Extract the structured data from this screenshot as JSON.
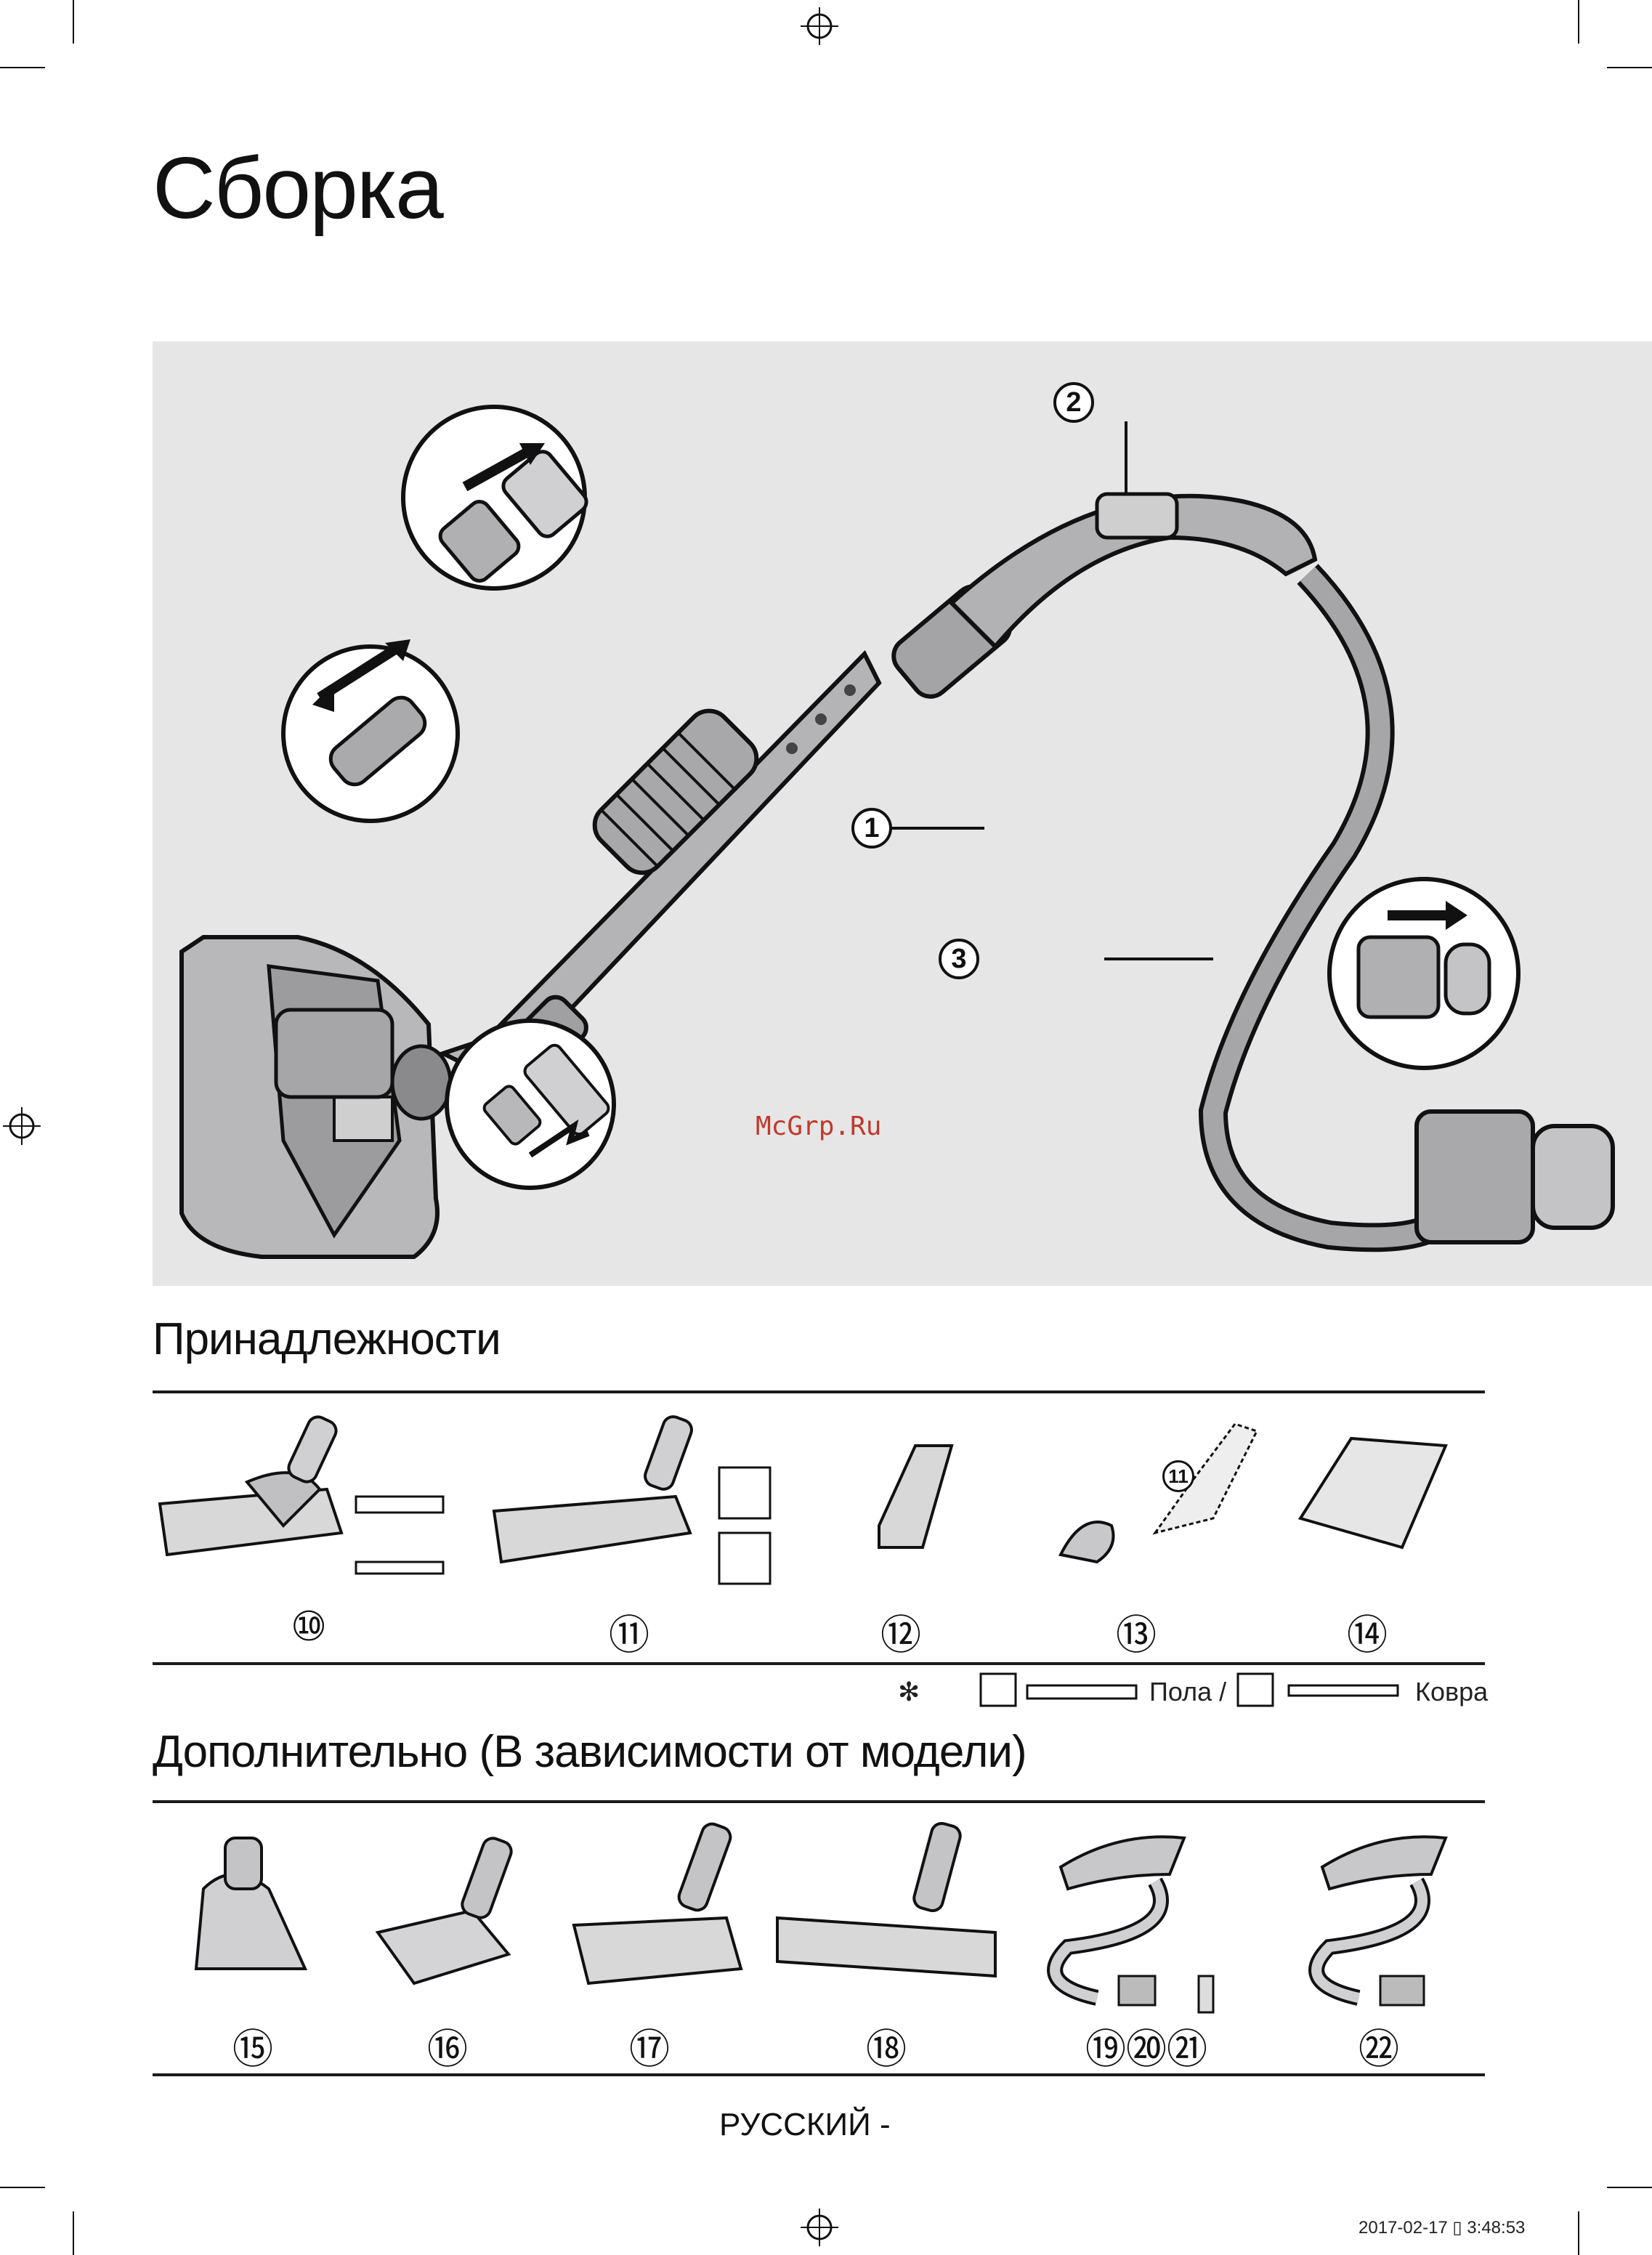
{
  "title": "Сборка",
  "watermark": "McGrp.Ru",
  "assembly_callouts": [
    "1",
    "2",
    "3"
  ],
  "accessories": {
    "heading": "Принадлежности",
    "items": [
      "⑩",
      "⑪",
      "⑫",
      "⑬",
      "⑭"
    ],
    "inline_label": "11",
    "legend": {
      "marker": "✻",
      "floor_text": "Пола /",
      "carpet_text": "Ковра"
    }
  },
  "optional": {
    "heading": "Дополнительно (В зависимости от модели)",
    "items": [
      "⑮",
      "⑯",
      "⑰",
      "⑱",
      "⑲⑳㉑",
      "㉒"
    ]
  },
  "footer": {
    "language": "РУССКИЙ -"
  },
  "timestamp": "2017-02-17  ▯ 3:48:53"
}
